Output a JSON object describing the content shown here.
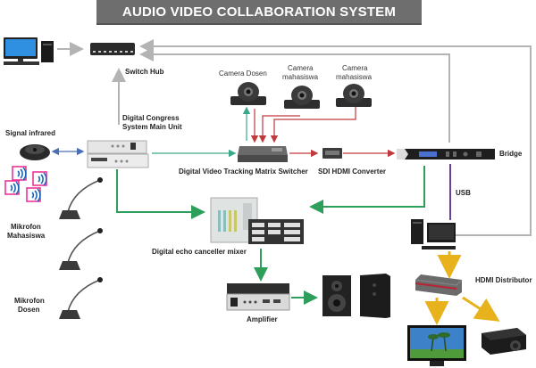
{
  "title": "AUDIO VIDEO COLLABORATION SYSTEM",
  "colors": {
    "network_line": "#b3b3b3",
    "audio_line": "#2e9e5b",
    "video_line": "#c0393b",
    "control_line": "#3aa88a",
    "usb_line": "#6a3fa0",
    "hdmi_line": "#e8b21c",
    "infrared_line": "#4a6fb5"
  },
  "labels": {
    "switch_hub": "Switch Hub",
    "main_unit_line1": "Digital Congress",
    "main_unit_line2": "System Main Unit",
    "signal_infrared": "Signal infrared",
    "camera_dosen": "Camera Dosen",
    "camera_mhs1_line1": "Camera",
    "camera_mhs1_line2": "mahasiswa",
    "camera_mhs2_line1": "Camera",
    "camera_mhs2_line2": "mahasiswa",
    "matrix_switcher": "Digital Video Tracking Matrix Switcher",
    "sdi_converter": "SDI HDMI Converter",
    "bridge": "Bridge",
    "usb": "USB",
    "mic_mahasiswa_line1": "Mikrofon",
    "mic_mahasiswa_line2": "Mahasiswa",
    "mic_dosen_line1": "Mikrofon",
    "mic_dosen_line2": "Dosen",
    "echo_mixer": "Digital echo canceller mixer",
    "amplifier": "Amplifier",
    "hdmi_distributor": "HDMI Distributor"
  }
}
